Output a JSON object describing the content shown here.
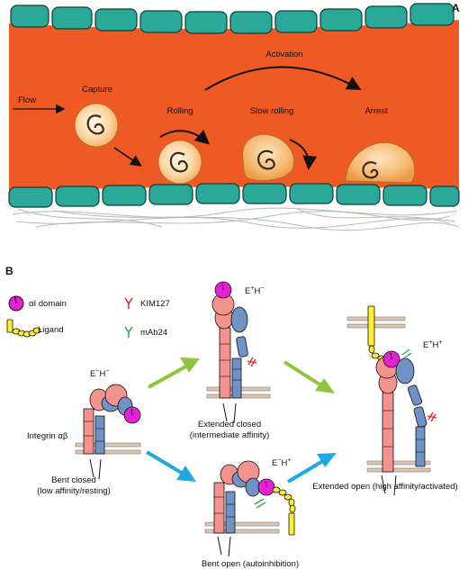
{
  "panel_a": {
    "label": "A",
    "flow": "Flow",
    "capture": "Capture",
    "rolling": "Rolling",
    "slow_rolling": "Slow rolling",
    "arrest": "Arrest",
    "activation": "Activation"
  },
  "panel_b": {
    "label": "B",
    "legend": {
      "ai_domain": "αI domain",
      "kim127": "KIM127",
      "ligand": "Ligand",
      "mab24": "mAb24"
    },
    "states": {
      "bent_closed": {
        "code_e": "E",
        "sign_e": "−",
        "code_h": "H",
        "sign_h": "−",
        "line1": "Bent closed",
        "line2": "(low affinity/resting)"
      },
      "extended_closed": {
        "code_e": "E",
        "sign_e": "+",
        "code_h": "H",
        "sign_h": "−",
        "line1": "Extended closed",
        "line2": "(intermediate affinity)"
      },
      "bent_open": {
        "code_e": "E",
        "sign_e": "−",
        "code_h": "H",
        "sign_h": "+",
        "line1": "Bent open (autoinhibition)"
      },
      "extended_open": {
        "code_e": "E",
        "sign_e": "+",
        "code_h": "H",
        "sign_h": "+",
        "line1": "Extended open (high affinity/activated)"
      }
    },
    "integrin_label": "Integrin αβ"
  },
  "colors": {
    "vessel": "#ef5a24",
    "endothelium": "#2aa898",
    "alpha_subunit": "#f4928d",
    "beta_subunit": "#6f92c7",
    "ai_domain": "#e520d6",
    "ligand": "#fff02b",
    "kim127": "#e02525",
    "mab24": "#23b24a",
    "green_arrow": "#8cc63f",
    "blue_arrow": "#1fa9e1"
  }
}
